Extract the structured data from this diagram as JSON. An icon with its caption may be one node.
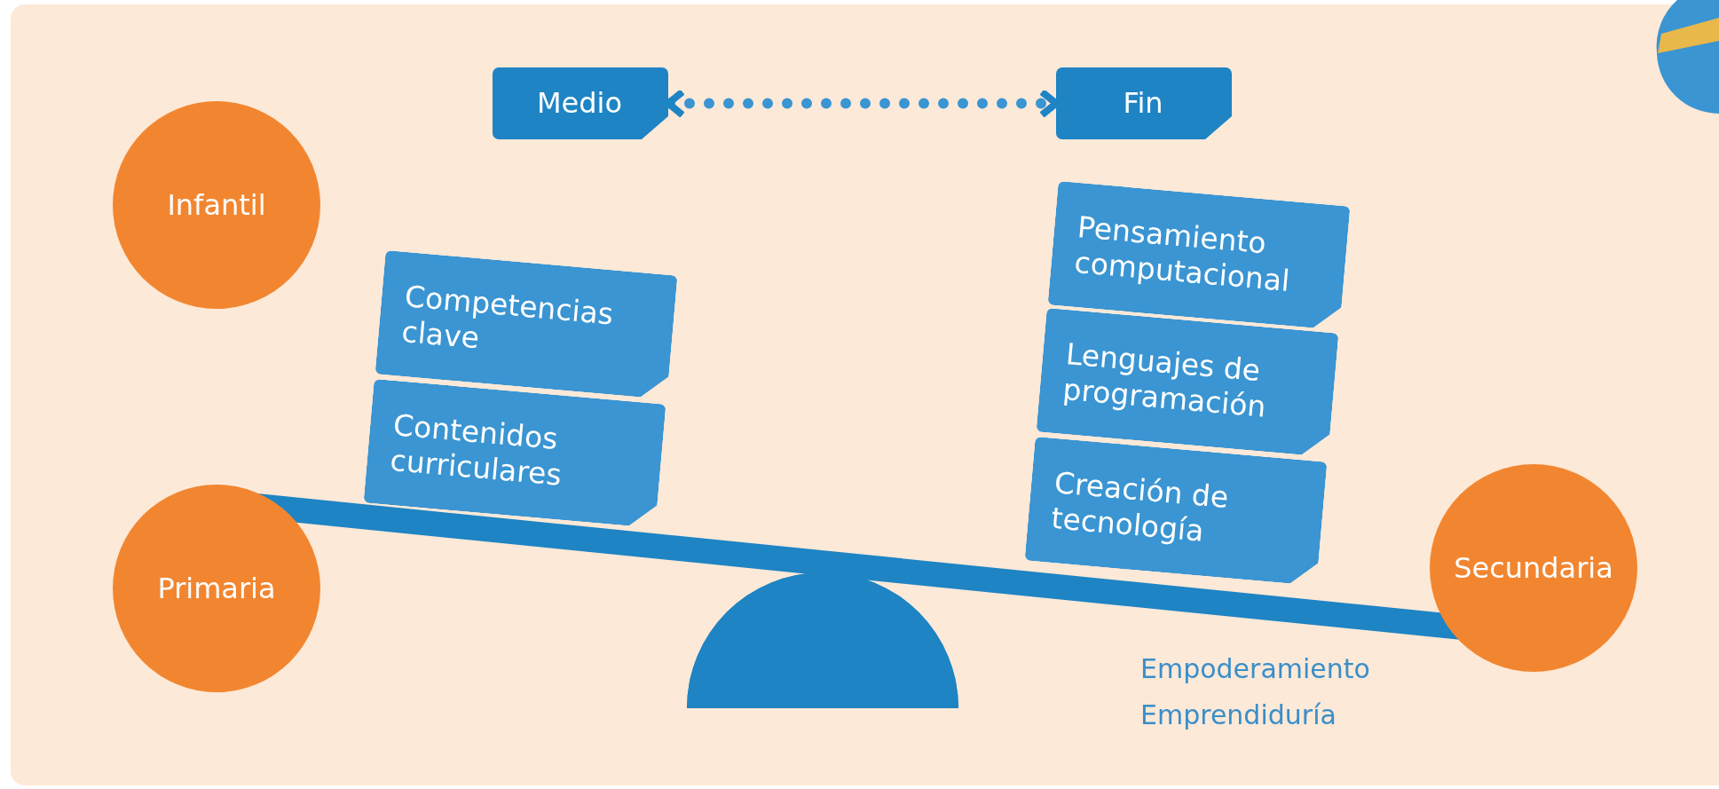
{
  "diagram": {
    "nodes": [
      {
        "text": [
          "Medio"
        ]
      },
      {
        "text": [
          "Fin"
        ]
      },
      {
        "text": [
          "Infantil"
        ]
      },
      {
        "text": [
          "Competencias clave"
        ]
      },
      {
        "text": [
          "Contenidos curriculares"
        ]
      },
      {
        "text": [
          "Pensamiento computacional"
        ]
      },
      {
        "text": [
          "Lenguajes de programación"
        ]
      },
      {
        "text": [
          "Creación de tecnología"
        ]
      },
      {
        "text": [
          "Primaria"
        ]
      },
      {
        "text": [
          "Secundaria"
        ]
      }
    ],
    "edges": [
      {
        "from": 0,
        "to": 1,
        "arrow": "both",
        "style": "dashed"
      }
    ],
    "labels": [
      "Empoderamiento",
      "Emprendiduría"
    ]
  }
}
